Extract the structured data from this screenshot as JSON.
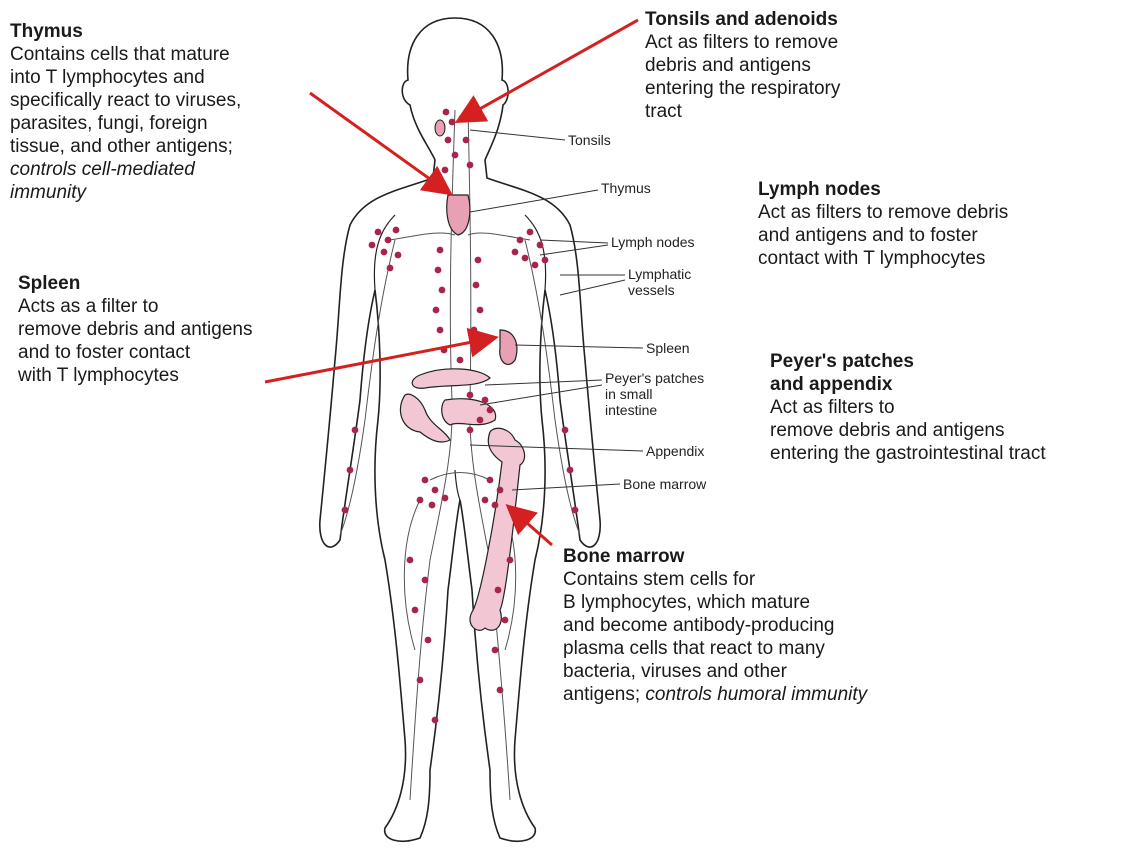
{
  "callouts": {
    "thymus": {
      "title": "Thymus",
      "body": "Contains cells that mature\ninto T lymphocytes and\nspecifically react to viruses,\nparasites, fungi, foreign\ntissue, and other antigens;",
      "italic": "controls cell-mediated\nimmunity"
    },
    "tonsils": {
      "title": "Tonsils and adenoids",
      "body": "Act as filters to remove\ndebris and antigens\nentering the respiratory\ntract"
    },
    "lymph_nodes": {
      "title": "Lymph nodes",
      "body": "Act as filters to remove debris\nand antigens and to foster\ncontact with T lymphocytes"
    },
    "spleen": {
      "title": "Spleen",
      "body": "Acts as a filter to\nremove debris and antigens\nand to foster contact\nwith T lymphocytes"
    },
    "peyers": {
      "title": "Peyer's patches\nand appendix",
      "body": "Act as filters to\nremove debris and antigens\nentering the gastrointestinal tract"
    },
    "bone_marrow": {
      "title": "Bone marrow",
      "body": "Contains stem cells for\nB lymphocytes, which mature\nand become antibody-producing\nplasma cells that react to many\nbacteria, viruses and other\nantigens;",
      "italic": "controls humoral immunity"
    }
  },
  "labels": {
    "tonsils": "Tonsils",
    "thymus": "Thymus",
    "lymph_nodes": "Lymph nodes",
    "lymphatic_vessels": "Lymphatic\nvessels",
    "spleen": "Spleen",
    "peyers": "Peyer's patches\nin small\nintestine",
    "appendix": "Appendix",
    "bone_marrow": "Bone marrow"
  },
  "colors": {
    "arrow": "#d42020",
    "organ": "#e8a0b4",
    "node": "#a8254a",
    "outline": "#222222"
  }
}
